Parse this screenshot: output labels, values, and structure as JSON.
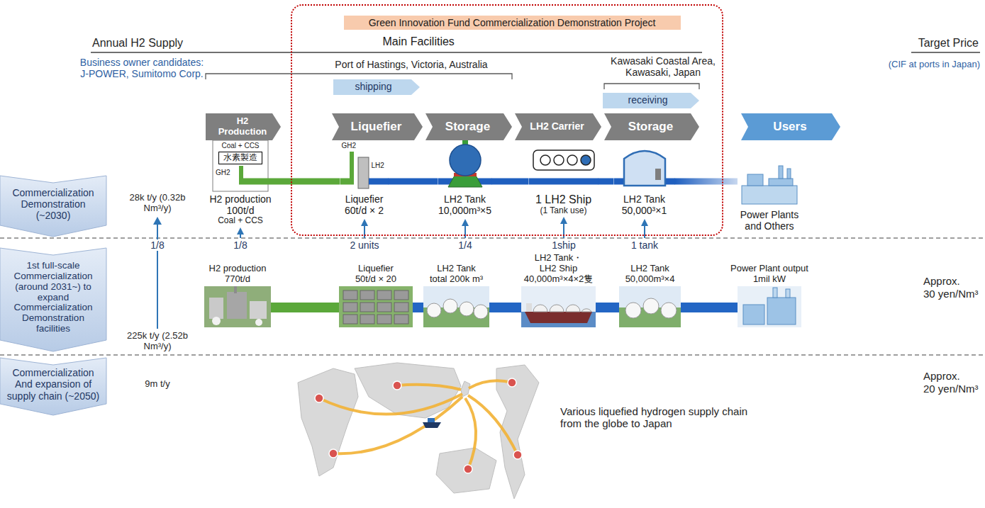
{
  "diagram": {
    "nodes": [
      {
        "text": [
          "Green Innovation Fund Commercialization Demonstration Project",
          "Main Facilities"
        ]
      },
      {
        "text": [
          "shipping"
        ],
        "in": 0
      },
      {
        "text": [
          "receiving"
        ],
        "in": 0
      },
      {
        "text": [
          "H2 Production"
        ]
      },
      {
        "text": [
          "Liquefier"
        ],
        "in": 0
      },
      {
        "text": [
          "Storage"
        ],
        "in": 0
      },
      {
        "text": [
          "LH2 Carrier"
        ],
        "in": 0
      },
      {
        "text": [
          "Storage"
        ],
        "in": 0
      },
      {
        "text": [
          "Users"
        ]
      },
      {
        "text": [
          "Commercialization Demonstration (~2030)"
        ]
      },
      {
        "text": [
          "Coal + CCS",
          "水素製造",
          "GH2",
          "H2 production 100t/d",
          "Coal + CCS"
        ]
      },
      {
        "text": [
          "GH2",
          "LH2",
          "Liquefier 60t/d × 2"
        ],
        "in": 0
      },
      {
        "text": [
          "LH2 Tank 10,000m³×5"
        ],
        "in": 0
      },
      {
        "text": [
          "1 LH2 Ship",
          "(1 Tank use)"
        ],
        "in": 0
      },
      {
        "text": [
          "LH2 Tank 50,000³×1"
        ],
        "in": 0
      },
      {
        "text": [
          "Power Plants and Others"
        ]
      },
      {
        "text": [
          "1st full-scale Commercialization (around 2031~) to expand Commercialization Demonstration facilities"
        ]
      },
      {
        "text": [
          "H2 production 770t/d"
        ]
      },
      {
        "text": [
          "Liquefier 50t/d × 20"
        ]
      },
      {
        "text": [
          "LH2 Tank total 200k m³"
        ]
      },
      {
        "text": [
          "LH2 Tank・ LH2 Ship",
          "40,000m³×4×2隻"
        ]
      },
      {
        "text": [
          "LH2 Tank 50,000m³×4"
        ]
      },
      {
        "text": [
          "Power Plant output 1mil kW"
        ]
      },
      {
        "text": [
          "Commercialization And expansion of supply chain (~2050)"
        ]
      }
    ],
    "edges": [
      {
        "from": 10,
        "to": 11,
        "arrow": "none"
      },
      {
        "from": 11,
        "to": 12,
        "arrow": "none"
      },
      {
        "from": 12,
        "to": 13,
        "arrow": "none"
      },
      {
        "from": 13,
        "to": 14,
        "arrow": "none"
      },
      {
        "from": 14,
        "to": 15,
        "arrow": "none"
      },
      {
        "from": 17,
        "to": 18,
        "arrow": "none"
      },
      {
        "from": 18,
        "to": 19,
        "arrow": "none"
      },
      {
        "from": 19,
        "to": 20,
        "arrow": "none"
      },
      {
        "from": 20,
        "to": 21,
        "arrow": "none"
      },
      {
        "from": 21,
        "to": 22,
        "arrow": "none"
      }
    ],
    "labels": [
      "Annual H2 Supply",
      "Business owner candidates: J-POWER, Sumitomo Corp.",
      "Port of Hastings, Victoria, Australia",
      "Kawasaki Coastal Area, Kawasaki, Japan",
      "Target Price",
      "(CIF at ports in Japan)",
      "28k t/y (0.32b Nm³/y)",
      "1/8",
      "1/8",
      "2 units",
      "1/4",
      "1ship",
      "1 tank",
      "225k t/y (2.52b Nm³/y)",
      "Approx.",
      "30 yen/Nm³",
      "9m t/y",
      "Various liquefied hydrogen supply chain from the globe to Japan",
      "Approx.",
      "20 yen/Nm³"
    ]
  }
}
